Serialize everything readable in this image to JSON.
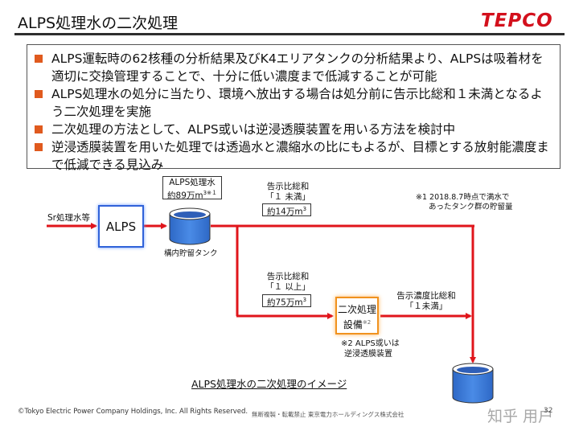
{
  "header": {
    "title": "ALPS処理水の二次処理",
    "logo_text": "TEPCO"
  },
  "bullets": [
    "ALPS運転時の62核種の分析結果及びK4エリアタンクの分析結果より、ALPSは吸着材を適切に交換管理することで、十分に低い濃度まで低減することが可能",
    "ALPS処理水の処分に当たり、環境へ放出する場合は処分前に告示比総和１未満となるよう二次処理を実施",
    "二次処理の方法として、ALPS或いは逆浸透膜装置を用いる方法を検討中",
    "逆浸透膜装置を用いた処理では透過水と濃縮水の比にもよるが、目標とする放射能濃度まで低減できる見込み"
  ],
  "diagram": {
    "input_label": "Sr処理水等",
    "alps_label": "ALPS",
    "treated_box": {
      "line1": "ALPS処理水",
      "line2": "約89万m",
      "sup": "3※１"
    },
    "tank_label": "構内貯留タンク",
    "upper_flow": {
      "line1": "告示比総和",
      "line2": "「１ 未満」",
      "volume": "約14万m",
      "sup": "3"
    },
    "note1": {
      "line1": "※1 2018.8.7時点で満水で",
      "line2": "あったタンク群の貯留量"
    },
    "lower_flow": {
      "line1": "告示比総和",
      "line2": "「１ 以上」",
      "volume": "約75万m",
      "sup": "3"
    },
    "secondary_box": {
      "line1": "二次処理",
      "line2": "設備",
      "sup": "※2"
    },
    "note2": {
      "line1": "※2 ALPS或いは",
      "line2": "逆浸透膜装置"
    },
    "output_flow": {
      "line1": "告示濃度比総和",
      "line2": "「１未満」"
    },
    "caption": "ALPS処理水の二次処理のイメージ"
  },
  "footer": {
    "copyright": "©Tokyo Electric Power Company Holdings, Inc. All Rights Reserved.",
    "notice": "無断複製・転載禁止  東京電力ホールディングス株式会社",
    "watermark": "知乎 用户",
    "page_number": "32"
  },
  "colors": {
    "flow_arrow": "#e0151b",
    "bullet_marker": "#e05a1e",
    "alps_border": "#2f62d9",
    "secondary_border": "#f0921f",
    "water": "#3a7ad8",
    "logo": "#d3101c"
  }
}
